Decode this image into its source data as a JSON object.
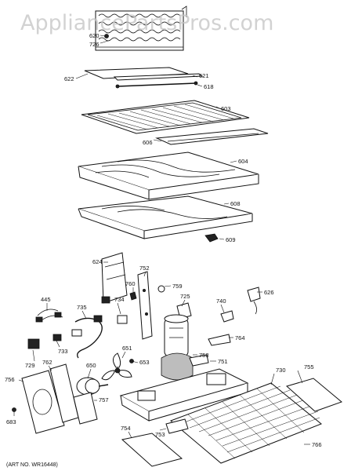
{
  "watermark": "AppliancePartsPros.com",
  "art_number": "(ART NO. WR16448)",
  "part_labels": {
    "p620": "620",
    "p726": "726",
    "p622": "622",
    "p621": "621",
    "p618": "618",
    "p603": "603",
    "p606": "606",
    "p604": "604",
    "p608": "608",
    "p609": "609",
    "p624": "624",
    "p752": "752",
    "p759": "759",
    "p760": "760",
    "p626": "626",
    "p445": "445",
    "p735": "735",
    "p734": "734",
    "p725": "725",
    "p740": "740",
    "p764": "764",
    "p733": "733",
    "p651": "651",
    "p758": "758",
    "p751": "751",
    "p729": "729",
    "p762": "762",
    "p650": "650",
    "p653": "653",
    "p730": "730",
    "p755": "755",
    "p756": "756",
    "p757": "757",
    "p683": "683",
    "p754": "754",
    "p753": "753",
    "p766": "766"
  }
}
